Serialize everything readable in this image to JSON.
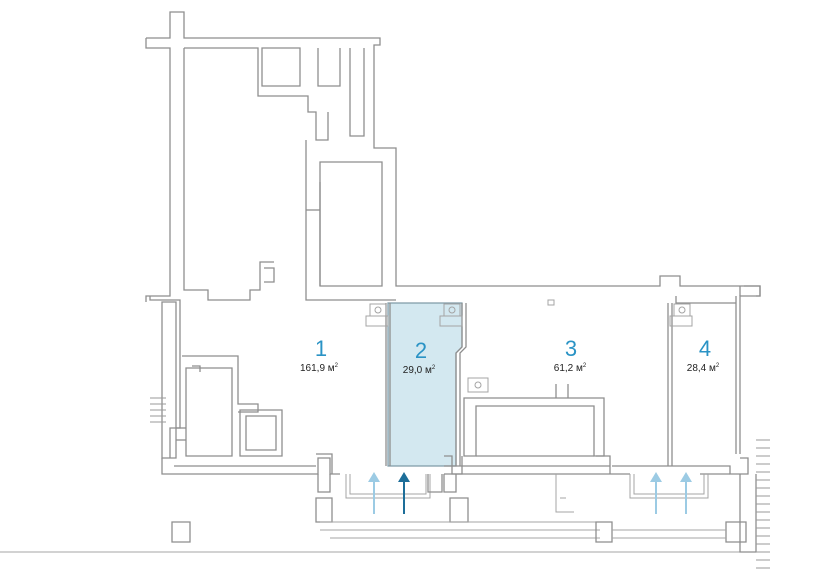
{
  "plan": {
    "units": [
      {
        "id": "1",
        "number": "1",
        "area": "161,9 м",
        "unit_sup": "2",
        "selected": false
      },
      {
        "id": "2",
        "number": "2",
        "area": "29,0 м",
        "unit_sup": "2",
        "selected": true
      },
      {
        "id": "3",
        "number": "3",
        "area": "61,2 м",
        "unit_sup": "2",
        "selected": false
      },
      {
        "id": "4",
        "number": "4",
        "area": "28,4 м",
        "unit_sup": "2",
        "selected": false
      }
    ],
    "entrances": [
      {
        "unit": "1",
        "highlighted": false
      },
      {
        "unit": "2",
        "highlighted": true
      },
      {
        "unit": "4",
        "highlighted": false
      },
      {
        "unit": "4",
        "highlighted": false
      }
    ],
    "colors": {
      "accent": "#2a93c5",
      "selected_fill": "#d3e8f0",
      "arrow_light": "#9ccbe4",
      "arrow_dark": "#1d6e99",
      "wall": "#8e8e8e"
    }
  }
}
